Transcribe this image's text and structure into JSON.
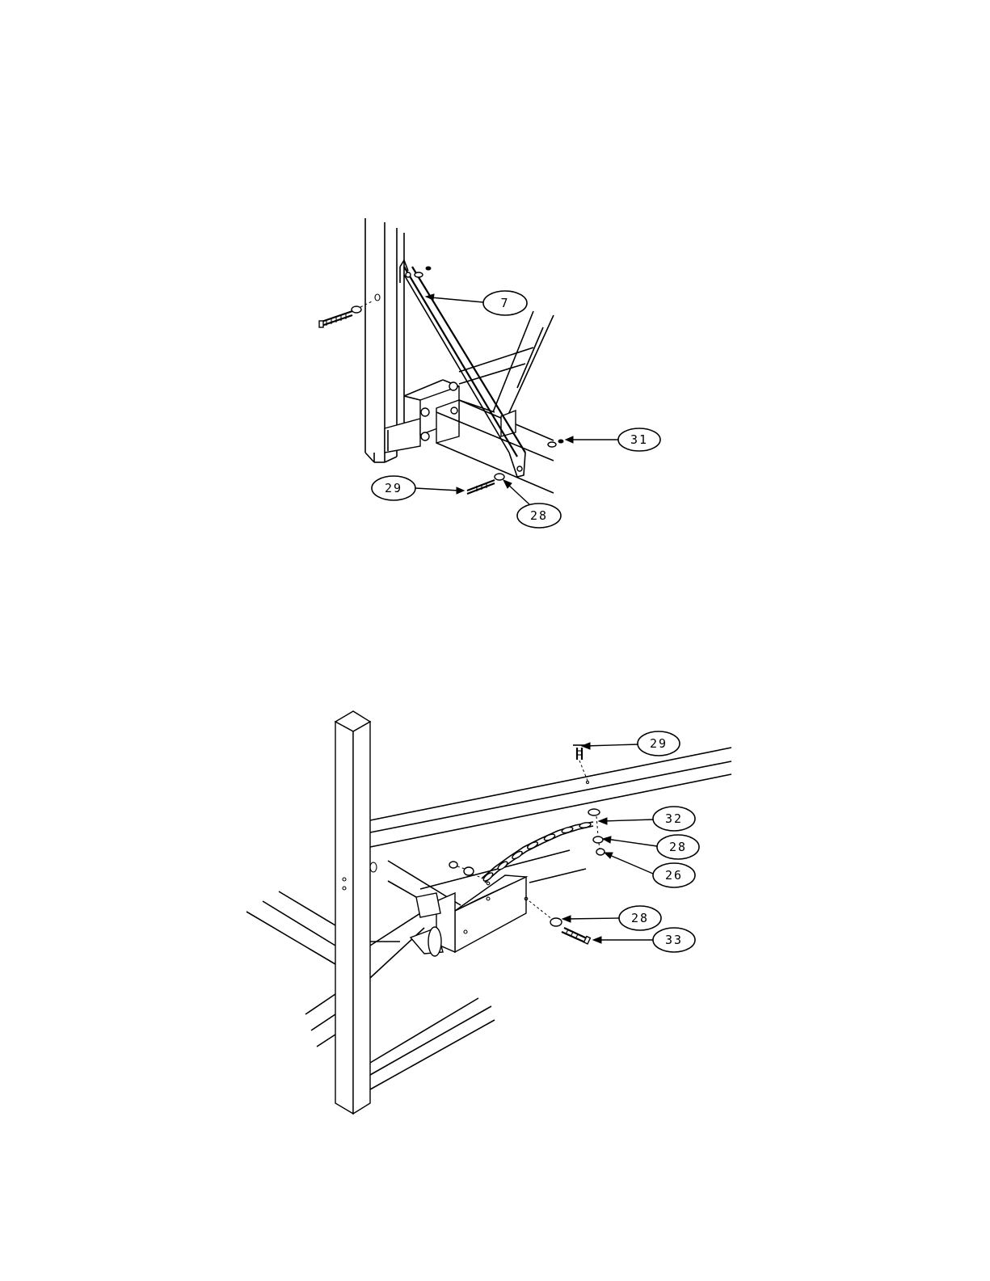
{
  "figure_top": {
    "callouts": [
      {
        "id": "top-7",
        "label": "7"
      },
      {
        "id": "top-31",
        "label": "31"
      },
      {
        "id": "top-29",
        "label": "29"
      },
      {
        "id": "top-28",
        "label": "28"
      }
    ]
  },
  "figure_bottom": {
    "callouts": [
      {
        "id": "bot-29",
        "label": "29"
      },
      {
        "id": "bot-32",
        "label": "32"
      },
      {
        "id": "bot-28a",
        "label": "28"
      },
      {
        "id": "bot-26",
        "label": "26"
      },
      {
        "id": "bot-28b",
        "label": "28"
      },
      {
        "id": "bot-33",
        "label": "33"
      }
    ]
  }
}
